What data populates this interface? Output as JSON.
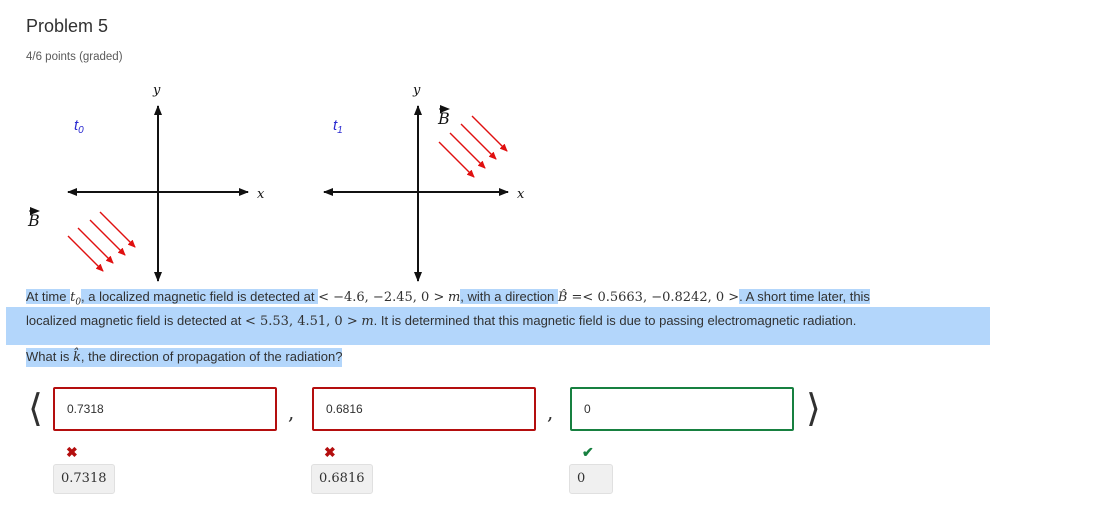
{
  "problem": {
    "title": "Problem 5",
    "points": "4/6 points (graded)"
  },
  "figure": {
    "left_label": "t",
    "left_sub": "0",
    "right_label": "t",
    "right_sub": "1",
    "axis_y": "y",
    "axis_x": "x",
    "field_label": "B",
    "time_label_color": "#2a2ad0",
    "arrow_color": "#e01010"
  },
  "text": {
    "p1_a": "At time ",
    "t0_var": "t",
    "t0_sub": "0",
    "p1_b": ", a localized magnetic field is detected at ",
    "pos1": "< −4.6, −2.45, 0 >",
    "unit_m": "m",
    "p1_c": ", with a direction ",
    "bhat": "B̂",
    "dir": " =< 0.5663, −0.8242, 0 >",
    "p1_d": ". A short time later, this",
    "p2_a": "localized magnetic field is detected at ",
    "pos2": "< 5.53, 4.51, 0 >",
    "p2_b": ". It is determined that this magnetic field is due to passing electromagnetic radiation.",
    "q_a": "What is ",
    "khat": "k̂",
    "q_b": ", the direction of propagation of the radiation?"
  },
  "answers": [
    {
      "value": "0.7318",
      "status": "wrong",
      "status_icon": "✖",
      "preview": "0.7318"
    },
    {
      "value": "0.6816",
      "status": "wrong",
      "status_icon": "✖",
      "preview": "0.6816"
    },
    {
      "value": "0",
      "status": "correct",
      "status_icon": "✔",
      "preview": "0"
    }
  ],
  "syntax": {
    "open": "⟨",
    "close": "⟩",
    "sep": ","
  }
}
